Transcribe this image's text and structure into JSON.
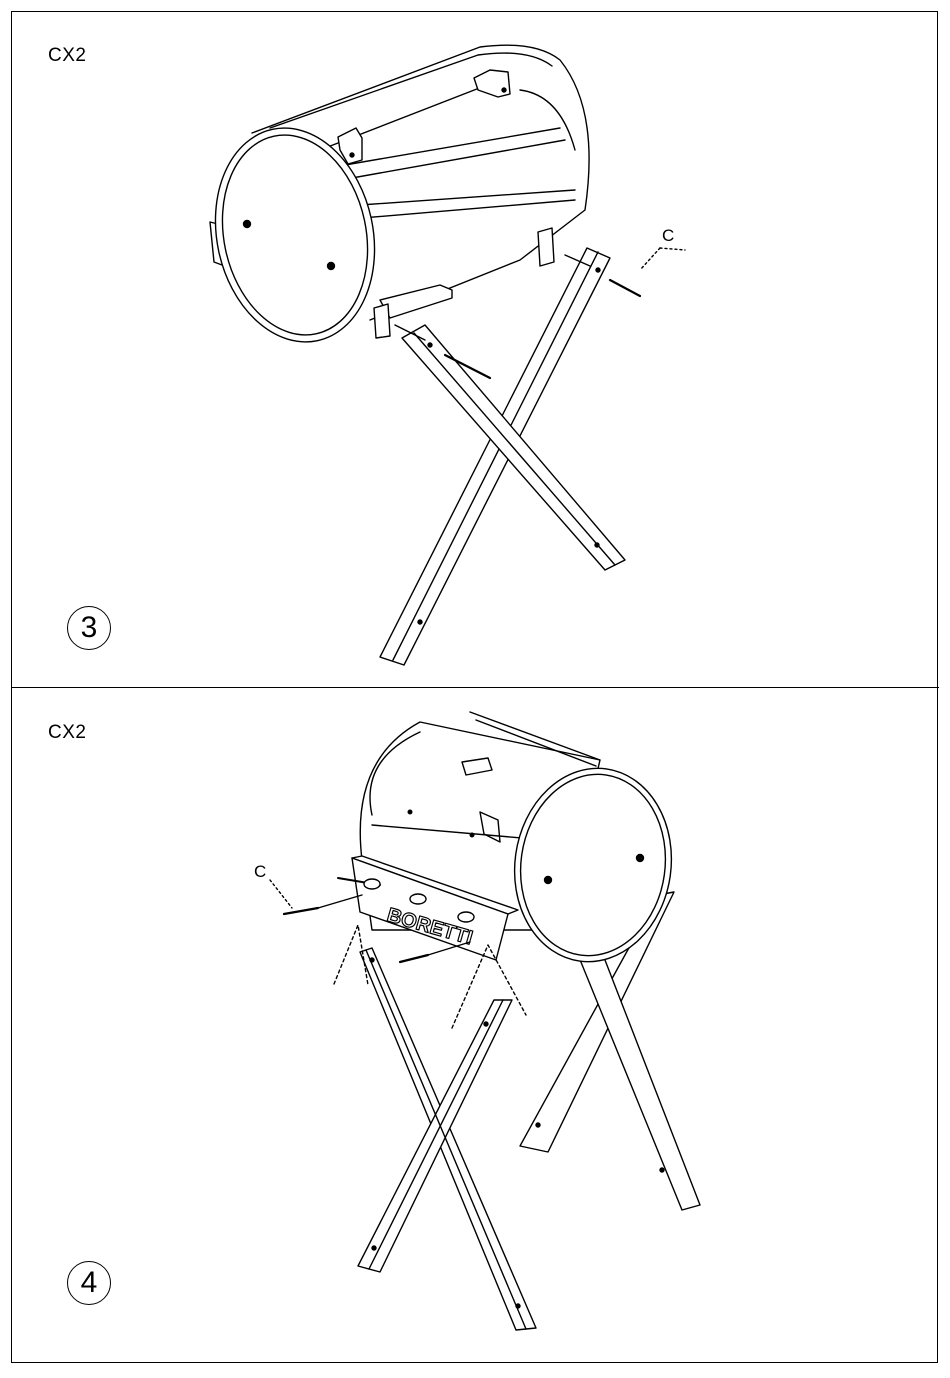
{
  "panels": [
    {
      "model": "CX2",
      "step": "3",
      "callout": "C"
    },
    {
      "model": "CX2",
      "step": "4",
      "callout": "C",
      "brand": "BORETTI"
    }
  ]
}
